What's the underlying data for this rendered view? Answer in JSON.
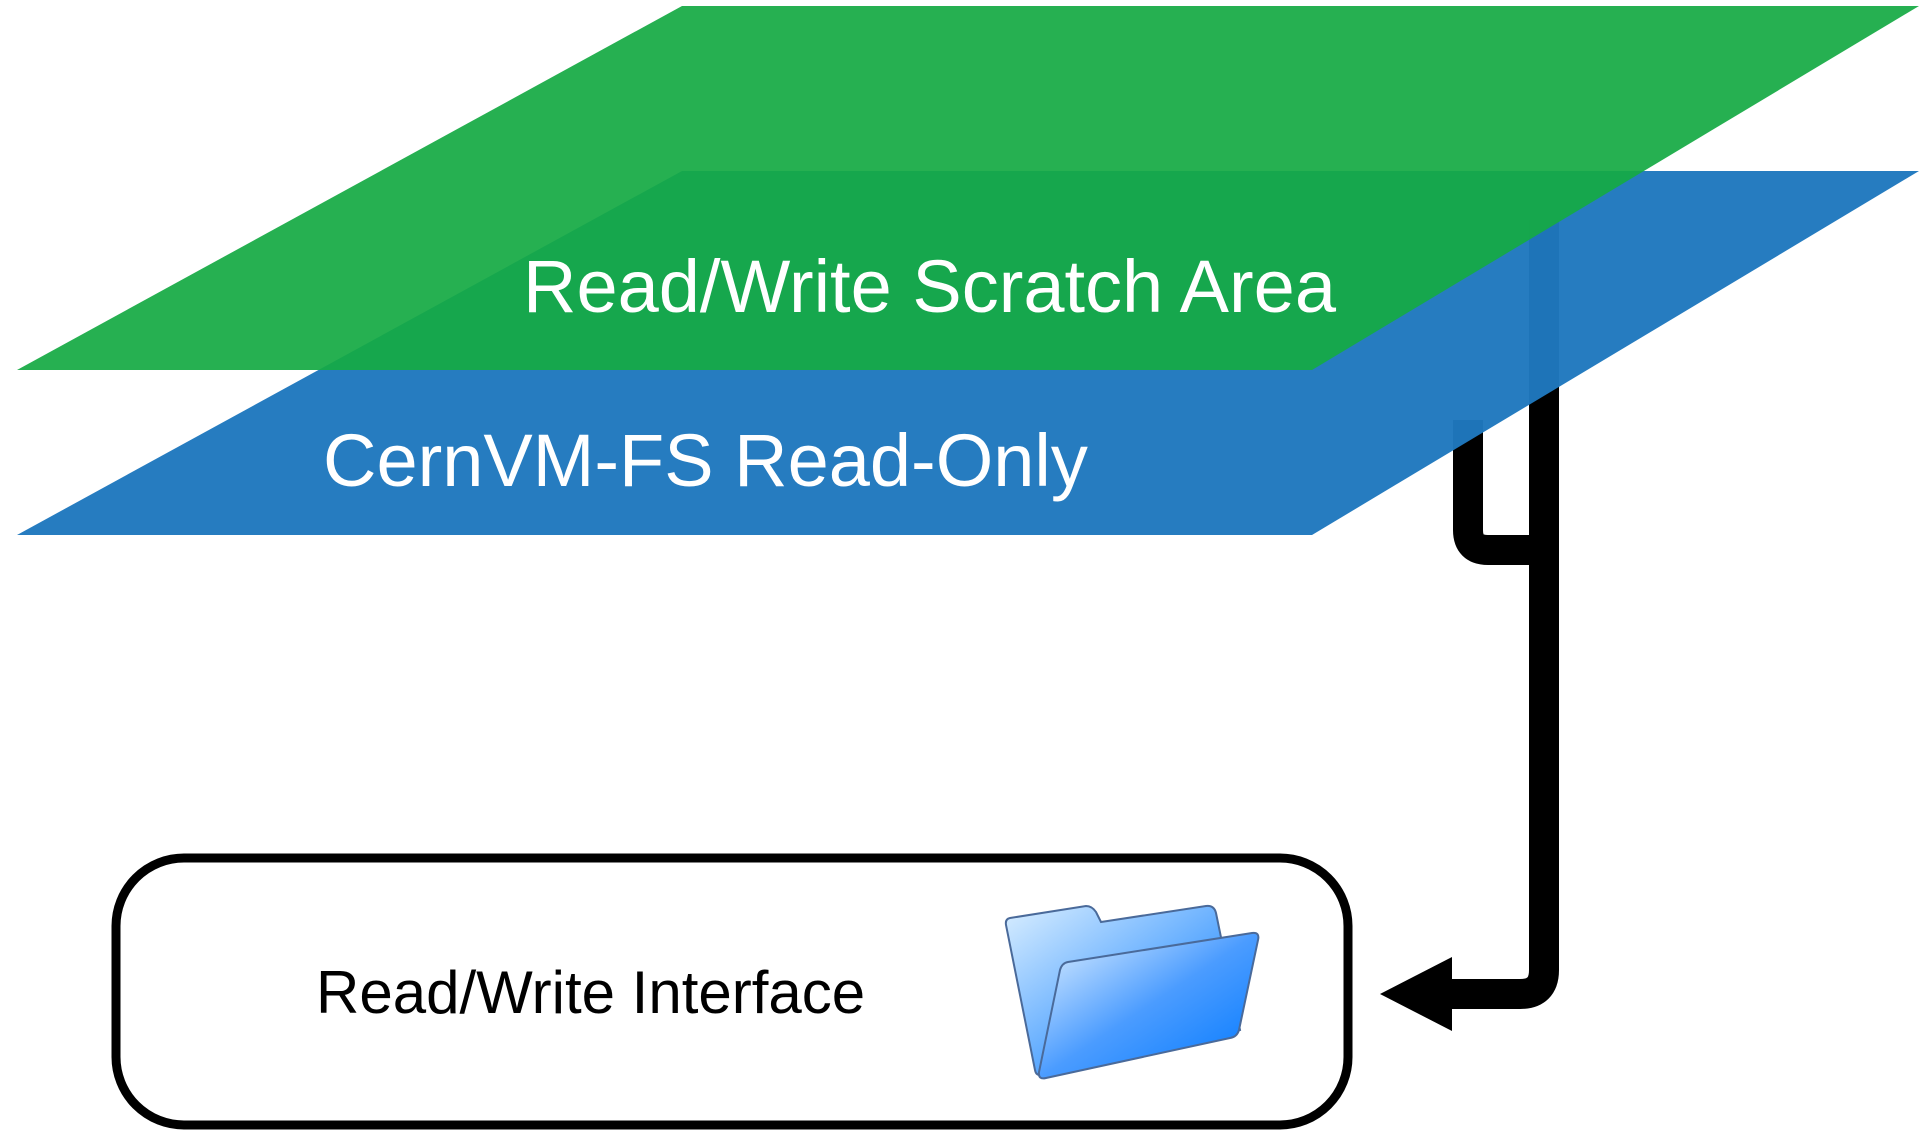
{
  "layers": {
    "scratch": {
      "label": "Read/Write Scratch Area",
      "color": "#1aae47"
    },
    "readonly": {
      "label": "CernVM-FS Read-Only",
      "color": "#1f78be"
    }
  },
  "interface": {
    "label": "Read/Write Interface"
  },
  "icons": {
    "folder": "folder-icon",
    "arrow": "arrow-head-icon"
  },
  "colors": {
    "line": "#000000",
    "folder_light": "#d9eeff",
    "folder_dark": "#0a7dff",
    "folder_stroke": "#4a6a9a"
  }
}
